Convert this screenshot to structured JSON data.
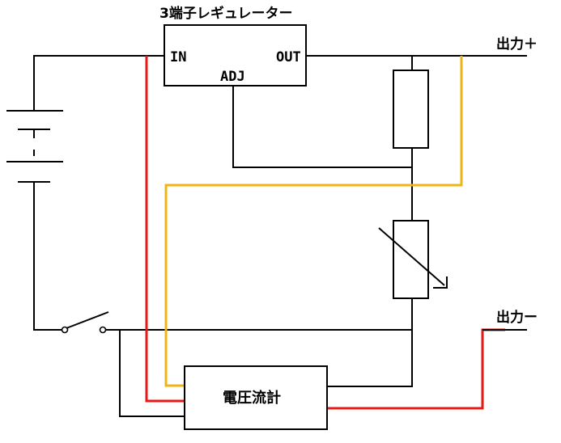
{
  "regulator": {
    "title": "3端子レギュレーター",
    "pin_in": "IN",
    "pin_out": "OUT",
    "pin_adj": "ADJ"
  },
  "outputs": {
    "plus": "出力＋",
    "minus": "出力ー"
  },
  "meter": {
    "label": "電圧流計"
  },
  "colors": {
    "wire": "#000000",
    "red_wire": "#e81818",
    "yellow_wire": "#f0b418"
  }
}
